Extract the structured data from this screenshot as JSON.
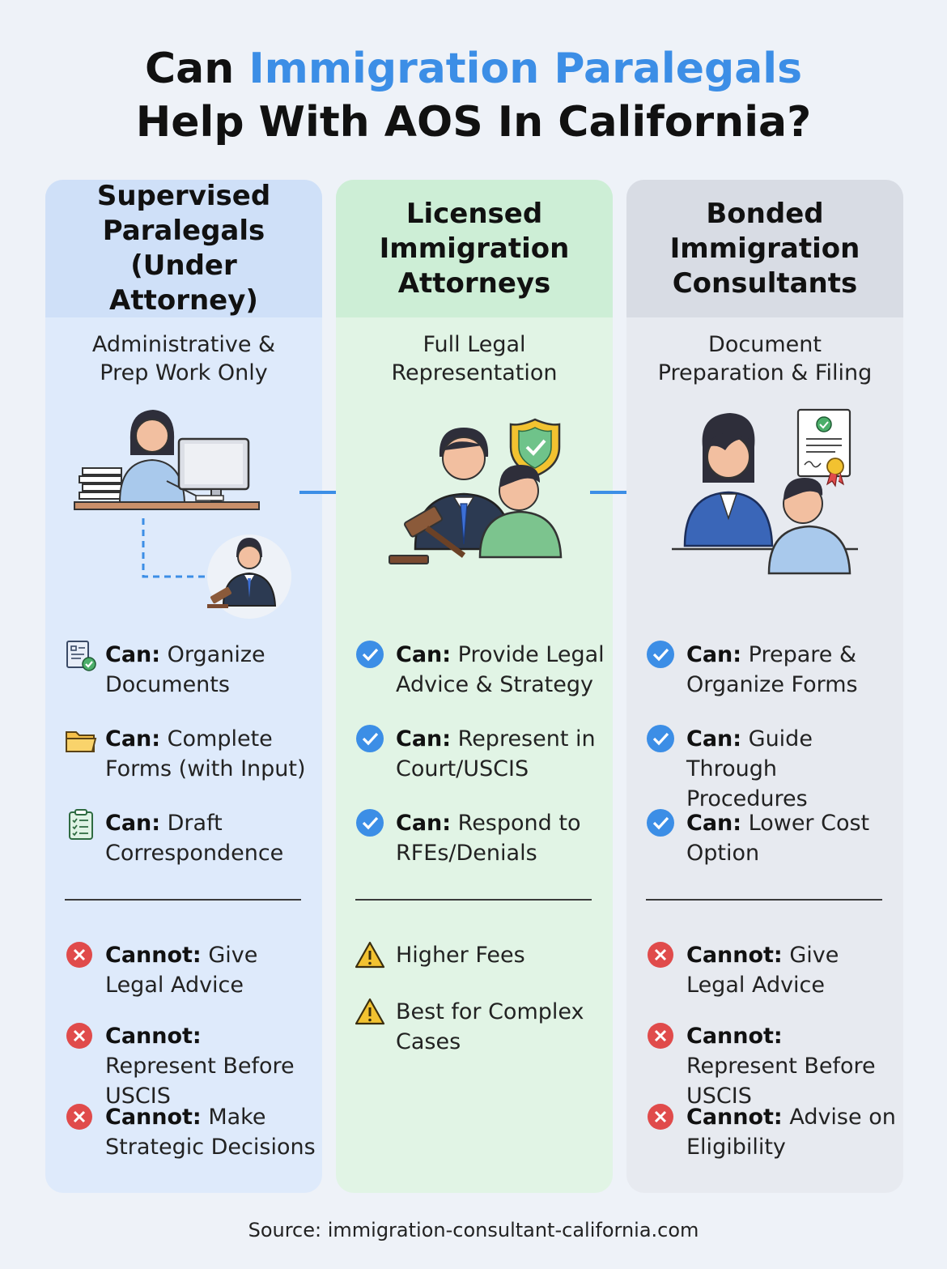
{
  "title": {
    "line1_pre": "Can ",
    "line1_accent": "Immigration Paralegals",
    "line2": "Help With AOS In California?"
  },
  "colors": {
    "accent": "#3c8ee6",
    "check": "#3c8ee6",
    "cross": "#e04b4b",
    "warning": "#f2c230"
  },
  "columns": [
    {
      "heading": "Supervised Paralegals (Under Attorney)",
      "subtitle": "Administrative & Prep Work Only",
      "pros": [
        {
          "icon": "document-check-icon",
          "label": "Can:",
          "text": " Organize Documents"
        },
        {
          "icon": "folder-icon",
          "label": "Can:",
          "text": " Complete Forms (with Input)"
        },
        {
          "icon": "clipboard-list-icon",
          "label": "Can:",
          "text": " Draft Correspondence"
        }
      ],
      "cons": [
        {
          "icon": "cross-circle-icon",
          "label": "Cannot:",
          "text": " Give Legal Advice"
        },
        {
          "icon": "cross-circle-icon",
          "label": "Cannot:",
          "text": " Represent Before USCIS"
        },
        {
          "icon": "cross-circle-icon",
          "label": "Cannot:",
          "text": " Make Strategic Decisions"
        }
      ]
    },
    {
      "heading": "Licensed Immigration Attorneys",
      "subtitle": "Full Legal Representation",
      "pros": [
        {
          "icon": "check-circle-icon",
          "label": "Can:",
          "text": " Provide Legal Advice & Strategy"
        },
        {
          "icon": "check-circle-icon",
          "label": "Can:",
          "text": " Represent in Court/USCIS"
        },
        {
          "icon": "check-circle-icon",
          "label": "Can:",
          "text": " Respond to RFEs/Denials"
        }
      ],
      "cons": [
        {
          "icon": "warning-icon",
          "label": "",
          "text": "Higher Fees"
        },
        {
          "icon": "warning-icon",
          "label": "",
          "text": "Best for Complex Cases"
        }
      ]
    },
    {
      "heading": "Bonded Immigration Consultants",
      "subtitle": "Document Preparation & Filing",
      "pros": [
        {
          "icon": "check-circle-icon",
          "label": "Can:",
          "text": " Prepare & Organize Forms"
        },
        {
          "icon": "check-circle-icon",
          "label": "Can:",
          "text": " Guide Through Procedures"
        },
        {
          "icon": "check-circle-icon",
          "label": "Can:",
          "text": " Lower Cost Option"
        }
      ],
      "cons": [
        {
          "icon": "cross-circle-icon",
          "label": "Cannot:",
          "text": " Give Legal Advice"
        },
        {
          "icon": "cross-circle-icon",
          "label": "Cannot:",
          "text": " Represent Before USCIS"
        },
        {
          "icon": "cross-circle-icon",
          "label": "Cannot:",
          "text": " Advise on Eligibility"
        }
      ]
    }
  ],
  "source": "Source: immigration-consultant-california.com"
}
